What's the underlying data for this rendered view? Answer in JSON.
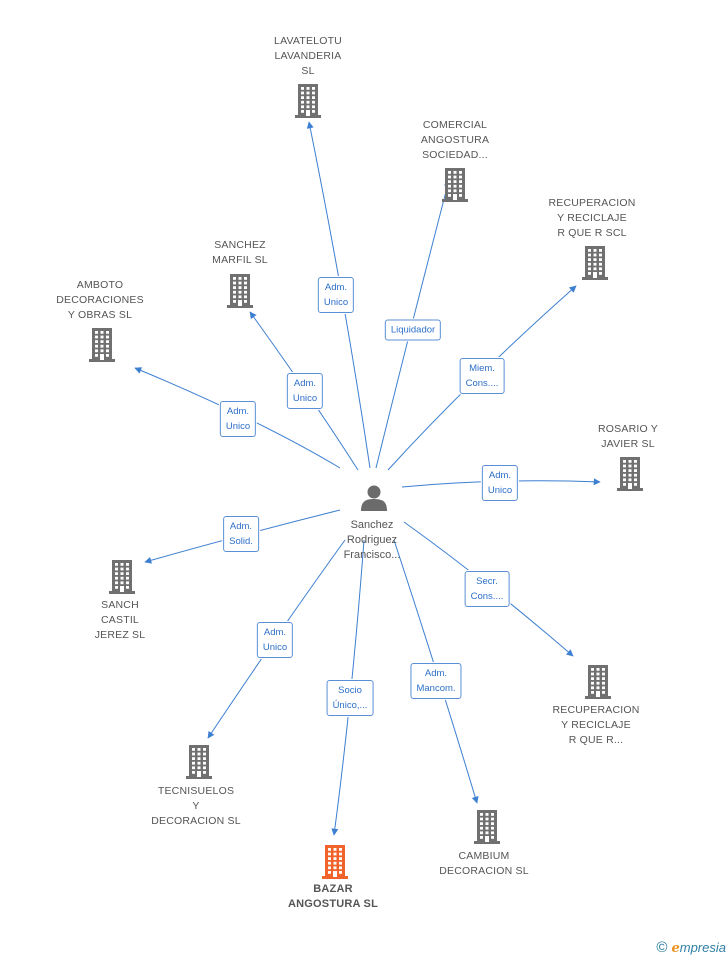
{
  "center": {
    "name": "Sanchez\nRodriguez\nFrancisco...",
    "icon": "person-icon",
    "color": "#6b6b6b"
  },
  "colors": {
    "edge": "#3d7fd1",
    "building": "#707070",
    "highlight": "#f0632a"
  },
  "nodes": [
    {
      "id": "lavatelotu",
      "name": "LAVATELOTU\nLAVANDERIA\nSL",
      "icon": "building-icon",
      "highlight": false,
      "role": "Adm.\nUnico"
    },
    {
      "id": "comercial-angostura",
      "name": "COMERCIAL\nANGOSTURA\nSOCIEDAD...",
      "icon": "building-icon",
      "highlight": false,
      "role": "Liquidador"
    },
    {
      "id": "recuperacion-scl",
      "name": "RECUPERACION\nY RECICLAJE\nR QUE R SCL",
      "icon": "building-icon",
      "highlight": false,
      "role": "Miem.\nCons...."
    },
    {
      "id": "sanchez-marfil",
      "name": "SANCHEZ\nMARFIL SL",
      "icon": "building-icon",
      "highlight": false,
      "role": "Adm.\nUnico"
    },
    {
      "id": "amboto",
      "name": "AMBOTO\nDECORACIONES\nY OBRAS  SL",
      "icon": "building-icon",
      "highlight": false,
      "role": "Adm.\nUnico"
    },
    {
      "id": "rosario-javier",
      "name": "ROSARIO Y\nJAVIER SL",
      "icon": "building-icon",
      "highlight": false,
      "role": "Adm.\nUnico"
    },
    {
      "id": "sanch-castil",
      "name": "SANCH\nCASTIL\nJEREZ SL",
      "icon": "building-icon",
      "highlight": false,
      "role": "Adm.\nSolid."
    },
    {
      "id": "recuperacion-r",
      "name": "RECUPERACION\nY RECICLAJE\nR QUE R...",
      "icon": "building-icon",
      "highlight": false,
      "role": "Secr.\nCons...."
    },
    {
      "id": "tecnisuelos",
      "name": "TECNISUELOS\nY\nDECORACION SL",
      "icon": "building-icon",
      "highlight": false,
      "role": "Adm.\nUnico"
    },
    {
      "id": "bazar-angostura",
      "name": "BAZAR\nANGOSTURA SL",
      "icon": "building-icon",
      "highlight": true,
      "role": "Socio\nÚnico,..."
    },
    {
      "id": "cambium",
      "name": "CAMBIUM\nDECORACION SL",
      "icon": "building-icon",
      "highlight": false,
      "role": "Adm.\nMancom."
    }
  ],
  "brand": {
    "copyright": "©",
    "e": "e",
    "rest": "mpresia"
  }
}
